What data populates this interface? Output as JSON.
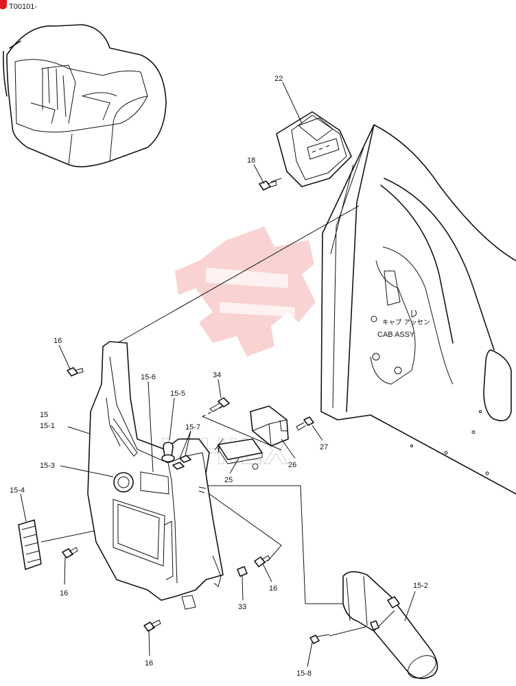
{
  "page_code": "T00101-",
  "cab": {
    "label_jp": "キャブ アッセン",
    "label_en": "CAB ASSY"
  },
  "watermark_text": "VIHILX",
  "callouts": {
    "c22": "22",
    "c18": "18",
    "c16a": "16",
    "c34": "34",
    "c15_6": "15-6",
    "c15_5": "15-5",
    "c15": "15",
    "c15_1": "15-1",
    "c15_7": "15-7",
    "c15_3": "15-3",
    "c15_4": "15-4",
    "c25": "25",
    "c26": "26",
    "c27": "27",
    "c16b": "16",
    "c16c": "16",
    "c33": "33",
    "c16d": "16",
    "c15_2": "15-2",
    "c15_8": "15-8"
  },
  "colors": {
    "line": "#111111",
    "watermark": "#f08c8c",
    "corner_mark": "#e0191f"
  }
}
